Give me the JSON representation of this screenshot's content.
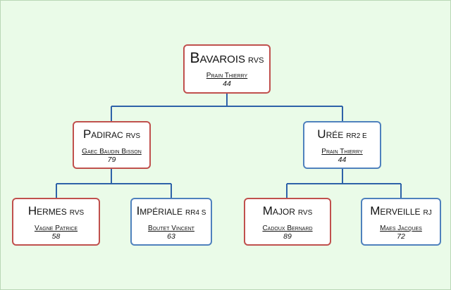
{
  "colors": {
    "background": "#eafbe8",
    "red_box": "#c0504d",
    "blue_box": "#4f81bd",
    "connector": "#2e62a8"
  },
  "pedigree": {
    "root": {
      "name": "Bavarois",
      "class": "RVS",
      "owner": "Prain Thierry",
      "score": "44",
      "border": "red"
    },
    "sire": {
      "name": "Padirac",
      "class": "RVS",
      "owner": "Gaec Baudin Bisson",
      "score": "79",
      "border": "red"
    },
    "dam": {
      "name": "Urée",
      "class": "RR2 E",
      "owner": "Prain Thierry",
      "score": "44",
      "border": "blue"
    },
    "sire_sire": {
      "name": "Hermes",
      "class": "RVS",
      "owner": "Vagne Patrice",
      "score": "58",
      "border": "red"
    },
    "sire_dam": {
      "name": "Impériale",
      "class": "RR4 S",
      "owner": "Boutet Vincent",
      "score": "63",
      "border": "blue"
    },
    "dam_sire": {
      "name": "Major",
      "class": "RVS",
      "owner": "Cadoux Bernard",
      "score": "89",
      "border": "red"
    },
    "dam_dam": {
      "name": "Merveille",
      "class": "RJ",
      "owner": "Maes Jacques",
      "score": "72",
      "border": "blue"
    }
  }
}
